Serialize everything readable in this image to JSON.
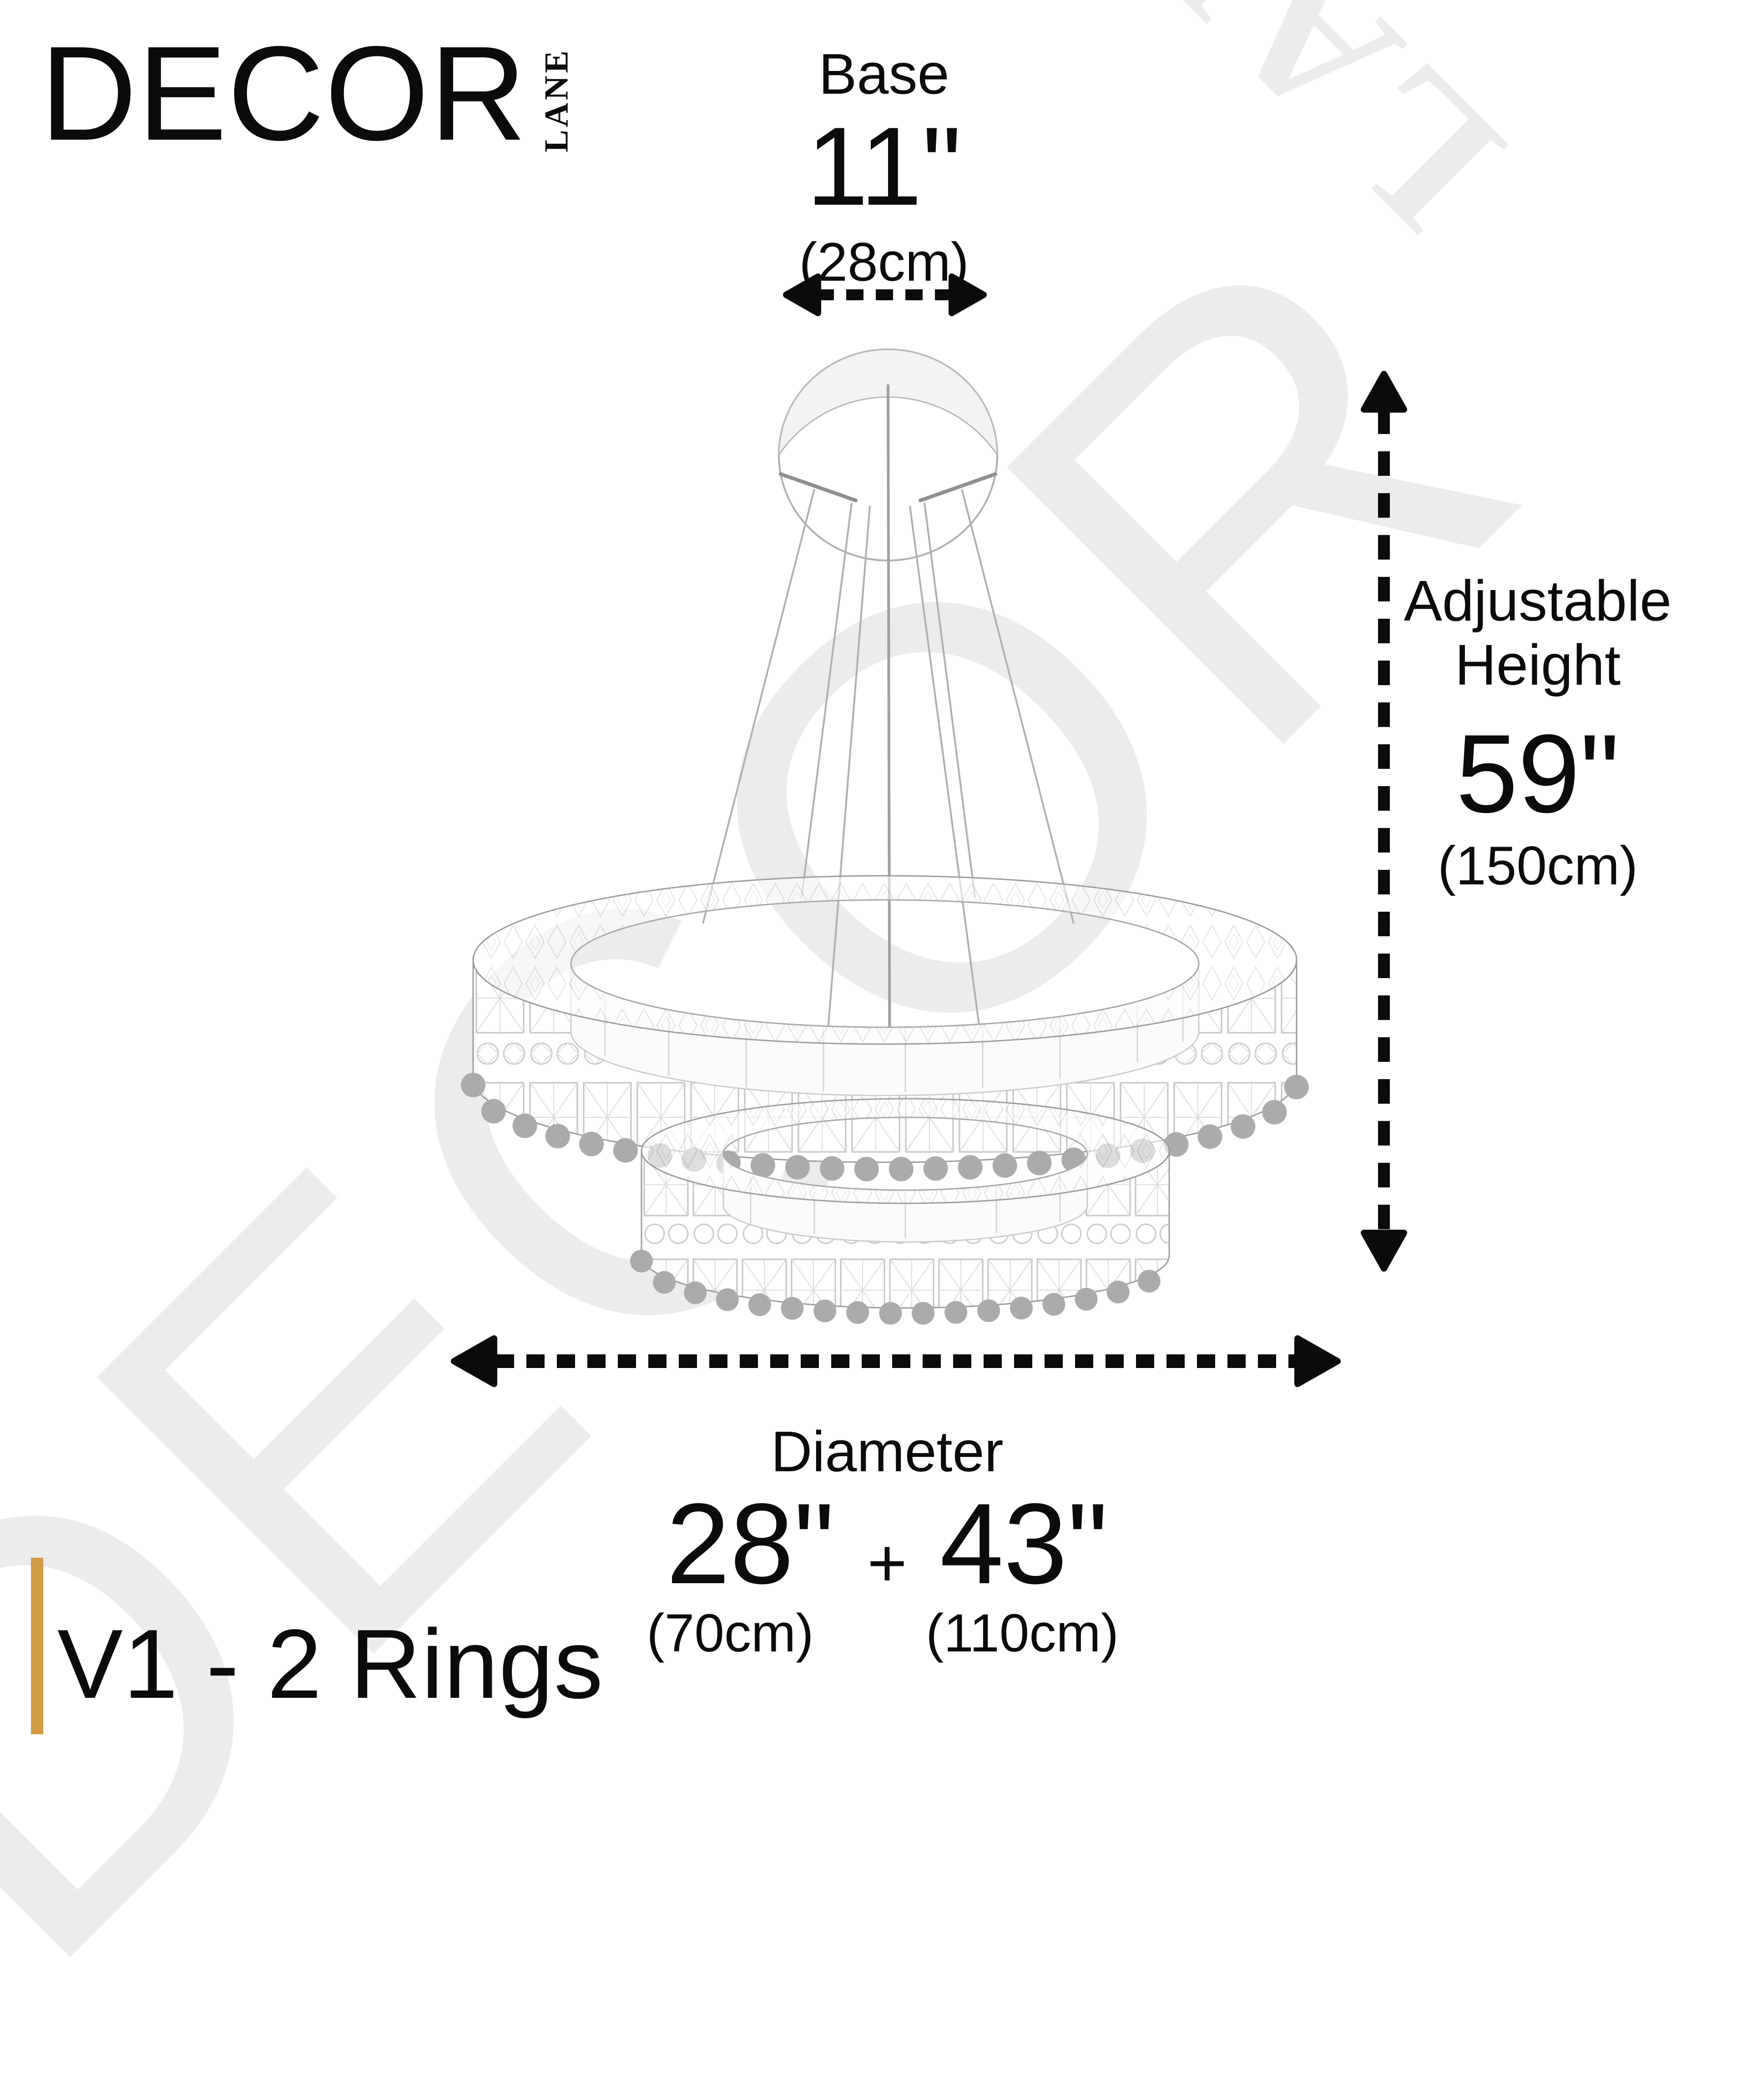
{
  "brand": {
    "primary": "DECOR",
    "secondary": "LANE"
  },
  "watermark": {
    "primary": "DECOR",
    "secondary": "LANE"
  },
  "dimensions": {
    "base": {
      "label": "Base",
      "imperial": "11\"",
      "metric": "(28cm)"
    },
    "height": {
      "label_line1": "Adjustable",
      "label_line2": "Height",
      "imperial": "59\"",
      "metric": "(150cm)"
    },
    "diameter": {
      "label": "Diameter",
      "ring1_imperial": "28\"",
      "joiner": "+",
      "ring2_imperial": "43\"",
      "ring1_metric": "(70cm)",
      "ring2_metric": "(110cm)"
    }
  },
  "variant": {
    "label": "V1 - 2 Rings"
  },
  "product": {
    "type": "2-ring crystal chandelier illustration"
  },
  "icons": {
    "base_arrow": "horizontal-double-headed-dashed-arrow",
    "height_arrow": "vertical-double-headed-dashed-arrow",
    "diameter_arrow": "horizontal-double-headed-dashed-arrow"
  },
  "colors": {
    "accent_gold": "#D29B45",
    "ink": "#0B0B0B",
    "drawing_line": "#9C9C9C",
    "watermark_tint": "#ECECEC"
  }
}
